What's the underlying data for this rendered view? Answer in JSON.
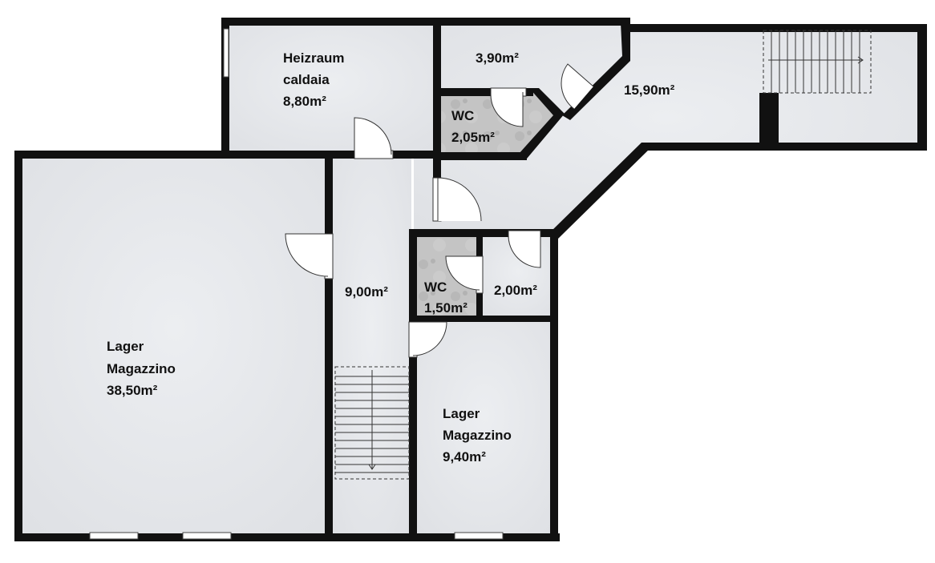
{
  "colors": {
    "wall": "#111111",
    "floor": "#e3e5e8",
    "wc_floor": "#bdbdbd",
    "window": "#ffffff",
    "text": "#111111"
  },
  "rooms": {
    "heizraum": {
      "line1": "Heizraum",
      "line2": "caldaia",
      "area": "8,80m²"
    },
    "small_top": {
      "area": "3,90m²"
    },
    "hall_top": {
      "area": "15,90m²"
    },
    "wc_top": {
      "line1": "WC",
      "area": "2,05m²"
    },
    "corridor": {
      "area": "9,00m²"
    },
    "wc_mid": {
      "line1": "WC",
      "area": "1,50m²"
    },
    "small_mid": {
      "area": "2,00m²"
    },
    "lager_big": {
      "line1": "Lager",
      "line2": "Magazzino",
      "area": "38,50m²"
    },
    "lager_small": {
      "line1": "Lager",
      "line2": "Magazzino",
      "area": "9,40m²"
    }
  }
}
